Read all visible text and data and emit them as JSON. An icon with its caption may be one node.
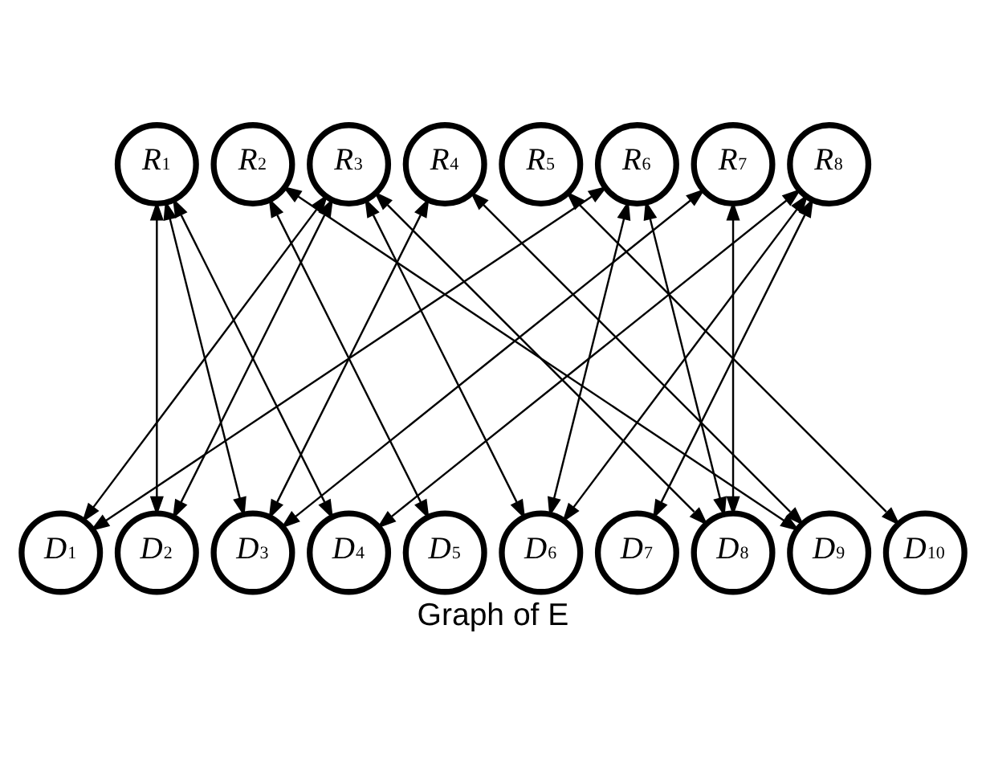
{
  "diagram": {
    "caption": "Graph of E",
    "nodes": [
      {
        "text": [
          "R$_{1}$"
        ]
      },
      {
        "text": [
          "R$_{2}$"
        ]
      },
      {
        "text": [
          "R$_{3}$"
        ]
      },
      {
        "text": [
          "R$_{4}$"
        ]
      },
      {
        "text": [
          "R$_{5}$"
        ]
      },
      {
        "text": [
          "R$_{6}$"
        ]
      },
      {
        "text": [
          "R$_{7}$"
        ]
      },
      {
        "text": [
          "R$_{8}$"
        ]
      },
      {
        "text": [
          "D$_{1}$"
        ]
      },
      {
        "text": [
          "D$_{2}$"
        ]
      },
      {
        "text": [
          "D$_{3}$"
        ]
      },
      {
        "text": [
          "D$_{4}$"
        ]
      },
      {
        "text": [
          "D$_{5}$"
        ]
      },
      {
        "text": [
          "D$_{6}$"
        ]
      },
      {
        "text": [
          "D$_{7}$"
        ]
      },
      {
        "text": [
          "D$_{8}$"
        ]
      },
      {
        "text": [
          "D$_{9}$"
        ]
      },
      {
        "text": [
          "D$_{10}$"
        ]
      }
    ],
    "edges": [
      {
        "from": 0,
        "to": 9,
        "arrow": "both"
      },
      {
        "from": 0,
        "to": 10,
        "arrow": "both"
      },
      {
        "from": 0,
        "to": 11,
        "arrow": "both"
      },
      {
        "from": 1,
        "to": 12,
        "arrow": "both"
      },
      {
        "from": 1,
        "to": 16,
        "arrow": "both"
      },
      {
        "from": 2,
        "to": 8,
        "arrow": "both"
      },
      {
        "from": 2,
        "to": 9,
        "arrow": "both"
      },
      {
        "from": 2,
        "to": 13,
        "arrow": "both"
      },
      {
        "from": 2,
        "to": 15,
        "arrow": "both"
      },
      {
        "from": 3,
        "to": 10,
        "arrow": "both"
      },
      {
        "from": 3,
        "to": 16,
        "arrow": "both"
      },
      {
        "from": 4,
        "to": 17,
        "arrow": "both"
      },
      {
        "from": 5,
        "to": 8,
        "arrow": "both"
      },
      {
        "from": 5,
        "to": 13,
        "arrow": "both"
      },
      {
        "from": 5,
        "to": 15,
        "arrow": "both"
      },
      {
        "from": 6,
        "to": 10,
        "arrow": "both"
      },
      {
        "from": 6,
        "to": 15,
        "arrow": "both"
      },
      {
        "from": 7,
        "to": 11,
        "arrow": "both"
      },
      {
        "from": 7,
        "to": 13,
        "arrow": "both"
      },
      {
        "from": 7,
        "to": 14,
        "arrow": "both"
      }
    ]
  }
}
